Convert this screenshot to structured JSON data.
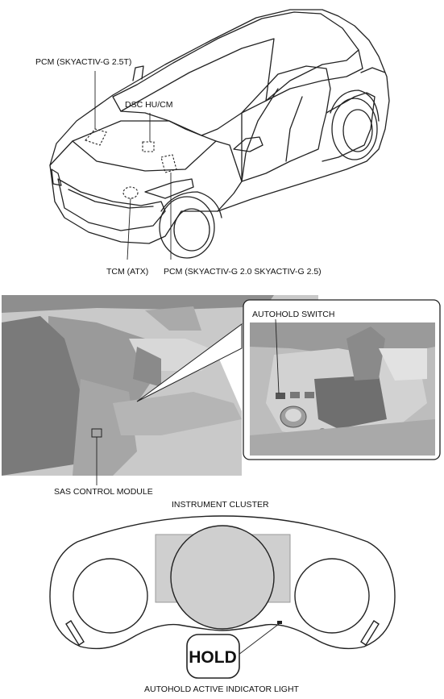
{
  "labels": {
    "pcm_25t": "PCM (SKYACTIV-G 2.5T)",
    "dsc_hu_cm": "DSC HU/CM",
    "tcm_atx": "TCM (ATX)",
    "pcm_20_25": "PCM (SKYACTIV-G 2.0 SKYACTIV-G 2.5)",
    "autohold_switch": "AUTOHOLD SWITCH",
    "sas_control_module": "SAS CONTROL MODULE",
    "instrument_cluster": "INSTRUMENT CLUSTER",
    "hold_indicator": "HOLD",
    "autohold_active_indicator_light": "AUTOHOLD ACTIVE INDICATOR LIGHT"
  },
  "colors": {
    "line": "#222222",
    "interior_shade": "#bdbdbd",
    "interior_dark": "#6f6f6f",
    "display_fill": "#cfcfcf"
  }
}
